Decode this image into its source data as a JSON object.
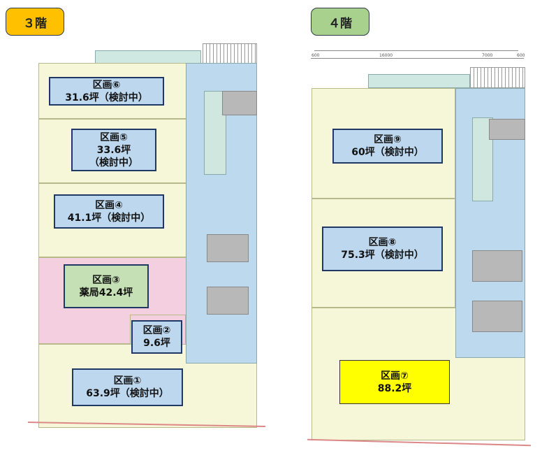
{
  "floor3": {
    "title": "３階",
    "tag_color": "#ffc000",
    "sections": [
      {
        "name": "区画⑥",
        "area": "31.6坪（検討中）"
      },
      {
        "name": "区画⑤",
        "area": "33.6坪",
        "note": "（検討中）"
      },
      {
        "name": "区画④",
        "area": "41.1坪（検討中）"
      },
      {
        "name": "区画③",
        "area": "薬局42.4坪"
      },
      {
        "name": "区画②",
        "area": "9.6坪"
      },
      {
        "name": "区画①",
        "area": "63.9坪（検討中）"
      }
    ]
  },
  "floor4": {
    "title": "４階",
    "tag_color": "#a9d18e",
    "dimensions": [
      "600",
      "16000",
      "7000",
      "600"
    ],
    "sections": [
      {
        "name": "区画⑨",
        "area": "60坪（検討中）"
      },
      {
        "name": "区画⑧",
        "area": "75.3坪（検討中）"
      },
      {
        "name": "区画⑦",
        "area": "88.2坪"
      }
    ]
  },
  "colors": {
    "label_fill": "#bdd7ee",
    "pharmacy_fill": "#c5e0b4",
    "highlight_fill": "#ffff00",
    "core_fill": "#bcd9ee",
    "pharmacy_zone": "#f4cfe0"
  }
}
